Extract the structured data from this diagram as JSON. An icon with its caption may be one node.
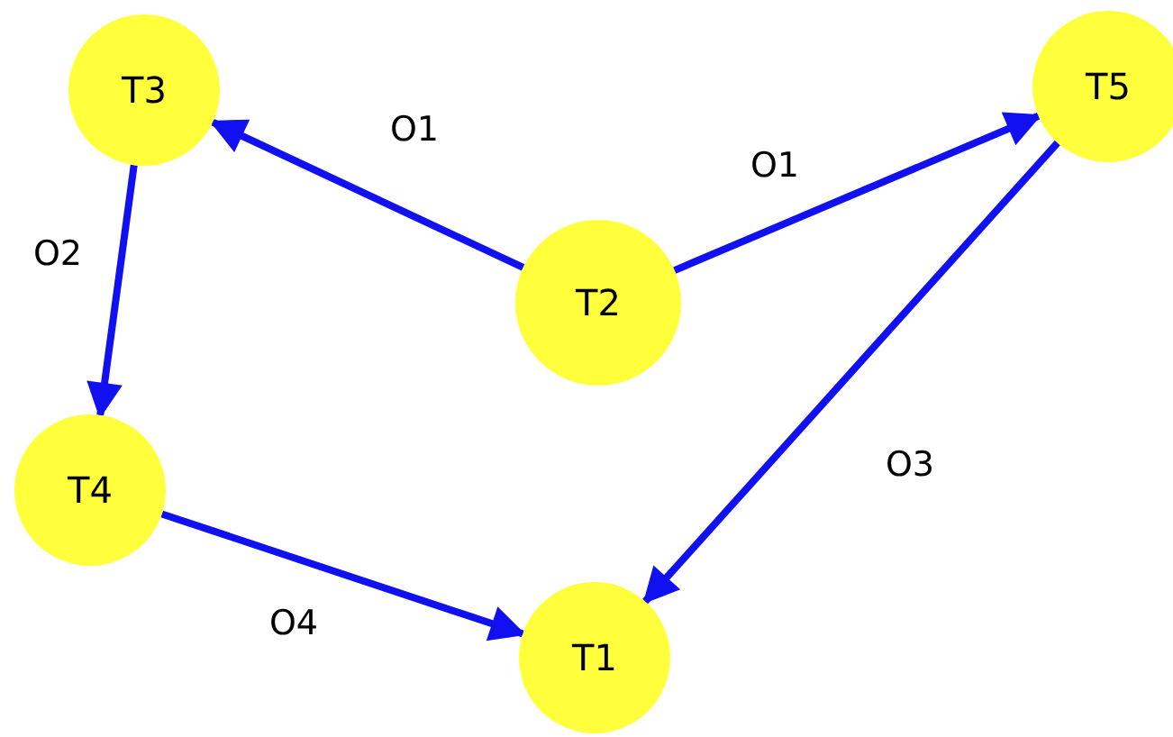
{
  "diagram": {
    "nodes": [
      {
        "text": [
          "T3"
        ]
      },
      {
        "text": [
          "T5"
        ]
      },
      {
        "text": [
          "T2"
        ]
      },
      {
        "text": [
          "T4"
        ]
      },
      {
        "text": [
          "T1"
        ]
      }
    ],
    "edges": [
      {
        "from": 2,
        "to": 0,
        "arrow": "to",
        "label": "O1"
      },
      {
        "from": 2,
        "to": 1,
        "arrow": "to",
        "label": "O1"
      },
      {
        "from": 0,
        "to": 3,
        "arrow": "to",
        "label": "O2"
      },
      {
        "from": 1,
        "to": 4,
        "arrow": "to",
        "label": "O3"
      },
      {
        "from": 3,
        "to": 4,
        "arrow": "to",
        "label": "O4"
      }
    ]
  }
}
